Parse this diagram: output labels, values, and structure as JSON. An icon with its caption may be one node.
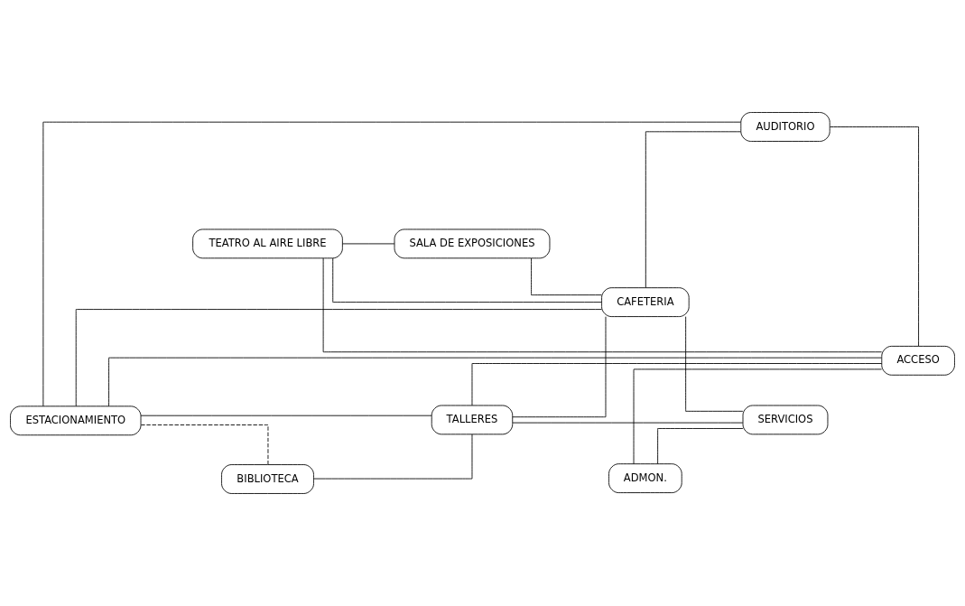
{
  "diagram": {
    "nodes": [
      {
        "text": [
          "ESTACIONAMIENTO"
        ]
      },
      {
        "text": [
          "BIBLIOTECA"
        ]
      },
      {
        "text": [
          "TALLERES"
        ]
      },
      {
        "text": [
          "ADMON."
        ]
      },
      {
        "text": [
          "TEATRO AL AIRE LIBRE"
        ]
      },
      {
        "text": [
          "CAFETERIA"
        ]
      },
      {
        "text": [
          "SERVICIOS"
        ]
      },
      {
        "text": [
          "SALA DE EXPOSICIONES"
        ]
      },
      {
        "text": [
          "AUDITORIO"
        ]
      },
      {
        "text": [
          "ACCESO"
        ]
      }
    ],
    "edges": [
      {
        "from": 0,
        "to": 2,
        "arrow": "none"
      },
      {
        "from": 0,
        "to": 1,
        "arrow": "none",
        "style": "dashed"
      },
      {
        "from": 1,
        "to": 2,
        "arrow": "none"
      },
      {
        "from": 2,
        "to": 9,
        "arrow": "none"
      },
      {
        "from": 2,
        "to": 6,
        "arrow": "none"
      },
      {
        "from": 2,
        "to": 5,
        "arrow": "none"
      },
      {
        "from": 0,
        "to": 5,
        "arrow": "none"
      },
      {
        "from": 4,
        "to": 5,
        "arrow": "none"
      },
      {
        "from": 4,
        "to": 7,
        "arrow": "none"
      },
      {
        "from": 7,
        "to": 5,
        "arrow": "none"
      },
      {
        "from": 5,
        "to": 8,
        "arrow": "none"
      },
      {
        "from": 5,
        "to": 6,
        "arrow": "none"
      },
      {
        "from": 3,
        "to": 6,
        "arrow": "none"
      },
      {
        "from": 3,
        "to": 9,
        "arrow": "none"
      },
      {
        "from": 4,
        "to": 9,
        "arrow": "none"
      },
      {
        "from": 0,
        "to": 8,
        "arrow": "none"
      },
      {
        "from": 0,
        "to": 9,
        "arrow": "none"
      },
      {
        "from": 8,
        "to": 9,
        "arrow": "none"
      }
    ]
  }
}
